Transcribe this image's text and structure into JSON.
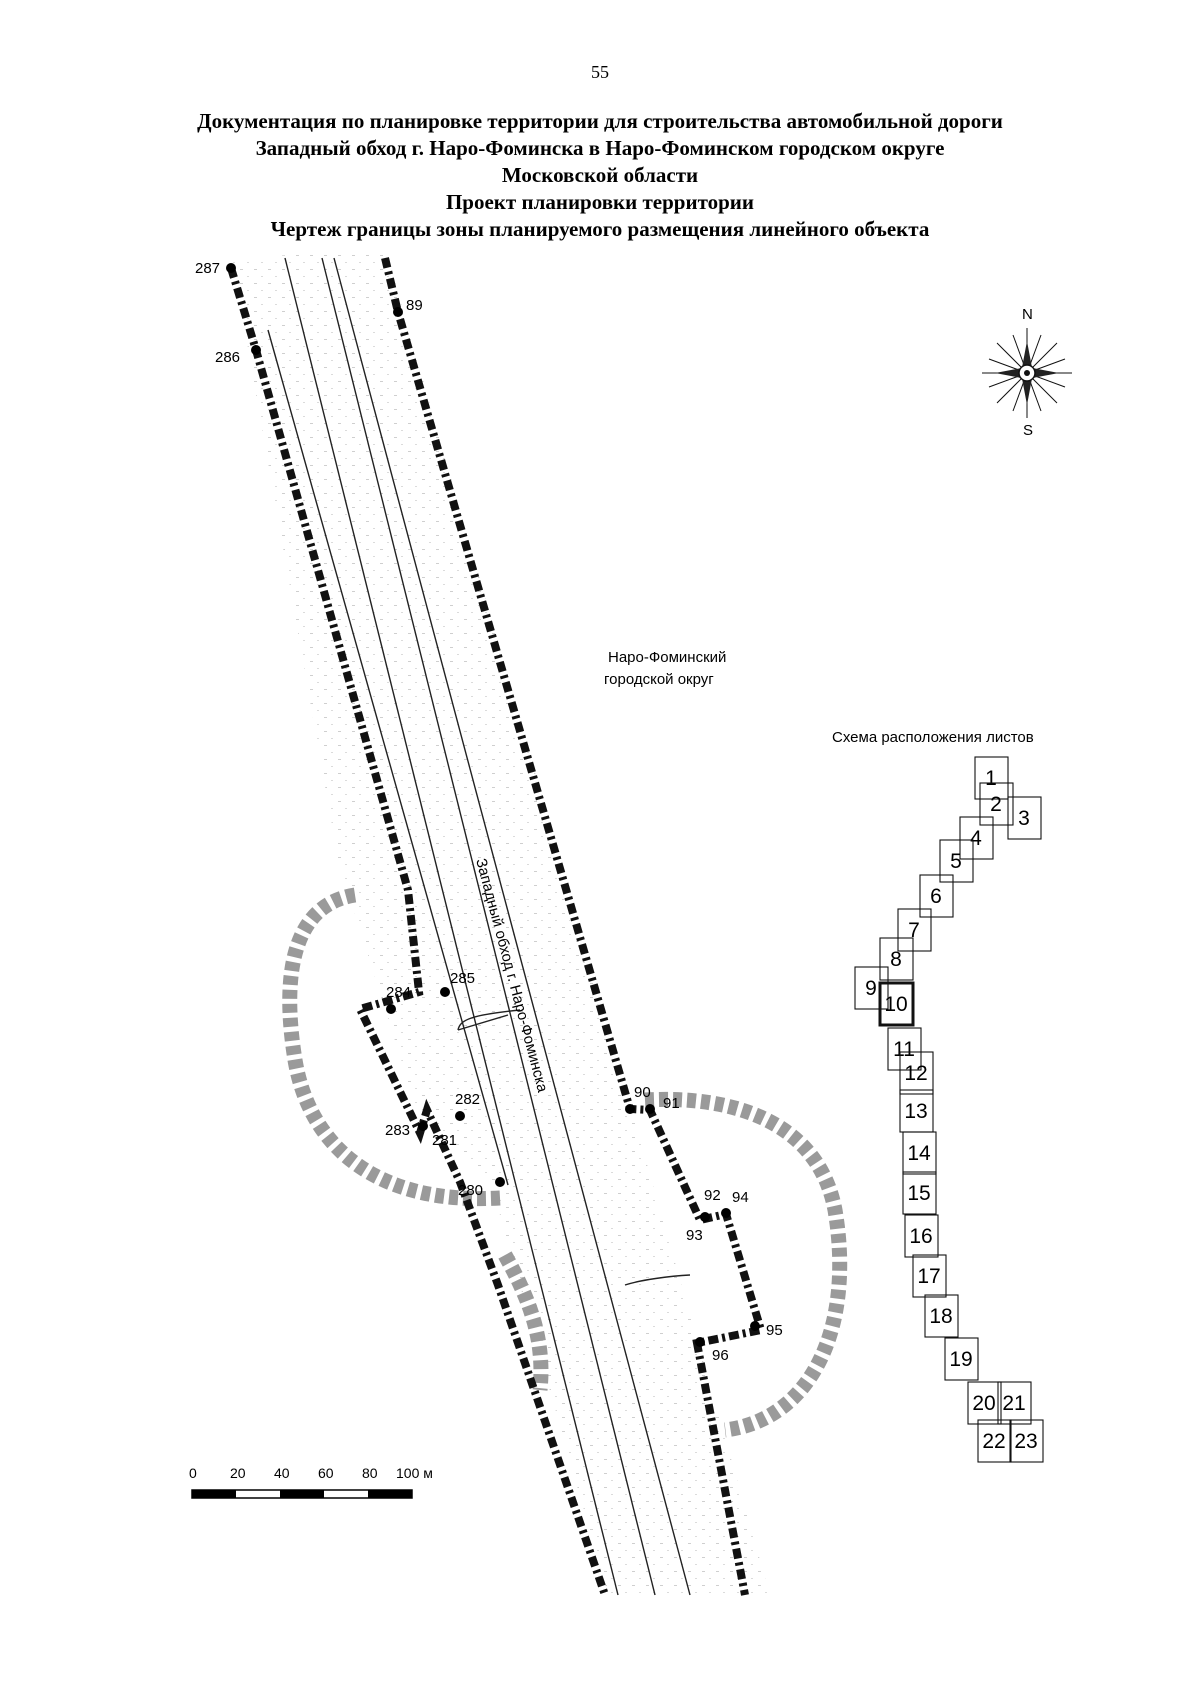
{
  "page_number": "55",
  "title_lines": [
    "Документация по планировке территории для строительства автомобильной дороги",
    "Западный обход г. Наро-Фоминска в Наро-Фоминском городском округе",
    "Московской области",
    "Проект планировки территории",
    "Чертеж границы зоны планируемого размещения линейного объекта"
  ],
  "map": {
    "area_label_line1": "Наро-Фоминский",
    "area_label_line2": "городской округ",
    "road_label": "Западный обход г. Наро-Фоминска",
    "compass": {
      "north_label": "N",
      "south_label": "S",
      "icon": "compass-rose-icon"
    },
    "boundary_points": [
      "287",
      "286",
      "89",
      "285",
      "284",
      "282",
      "283",
      "281",
      "280",
      "90",
      "91",
      "92",
      "94",
      "93",
      "95",
      "96"
    ]
  },
  "scale_bar": {
    "labels": [
      "0",
      "20",
      "40",
      "60",
      "80",
      "100 м"
    ]
  },
  "sheet_scheme": {
    "title": "Схема расположения листов",
    "current_sheet": "10",
    "sheets": [
      "1",
      "2",
      "3",
      "4",
      "5",
      "6",
      "7",
      "8",
      "9",
      "10",
      "11",
      "12",
      "13",
      "14",
      "15",
      "16",
      "17",
      "18",
      "19",
      "20",
      "21",
      "22",
      "23"
    ]
  },
  "colors": {
    "boundary": "#111111",
    "road_edge": "#222222",
    "hatch": "#9a9a9a"
  }
}
